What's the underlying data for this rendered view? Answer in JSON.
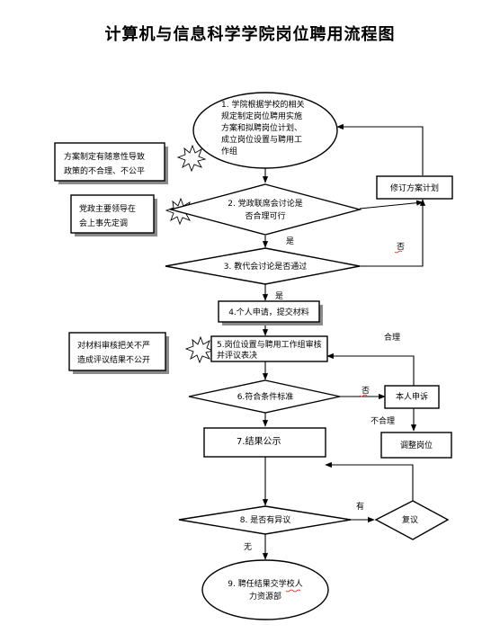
{
  "title": "计算机与信息科学学院岗位聘用流程图",
  "nodes": {
    "s1": [
      "1. 学院根据学校的相关",
      "规定制定岗位聘用实施",
      "方案和拟聘岗位计划、",
      "成立岗位设置与聘用工",
      "作组"
    ],
    "s2": [
      "2. 党政联席会讨论是",
      "否合理可行"
    ],
    "s3": "3. 教代会讨论是否通过",
    "s4": "4.个人申请，提交材料",
    "s5": [
      "5.岗位设置与聘用工作组审核",
      "并评议表决"
    ],
    "s6": "6.符合条件标准",
    "s7": "7.结果公示",
    "s8": "8. 是否有异议",
    "s9": [
      "9. 聘任结果交学校人",
      "力资源部"
    ],
    "revise_plan": "修订方案计划",
    "appeal": "本人申诉",
    "adjust": "调整岗位",
    "review": "复议"
  },
  "notes": {
    "n1": [
      "方案制定有随意性导致",
      "政策的不合理、不公平"
    ],
    "n2": [
      "党政主要领导在",
      "会上事先定调"
    ],
    "n3": [
      "对材料审核把关不严",
      "造成评议结果不公开"
    ]
  },
  "labels": {
    "yes1": "是",
    "no1": "否",
    "yes2": "是",
    "reasonable": "合理",
    "no2": "否",
    "unreasonable": "不合理",
    "has": "有",
    "none": "无"
  }
}
